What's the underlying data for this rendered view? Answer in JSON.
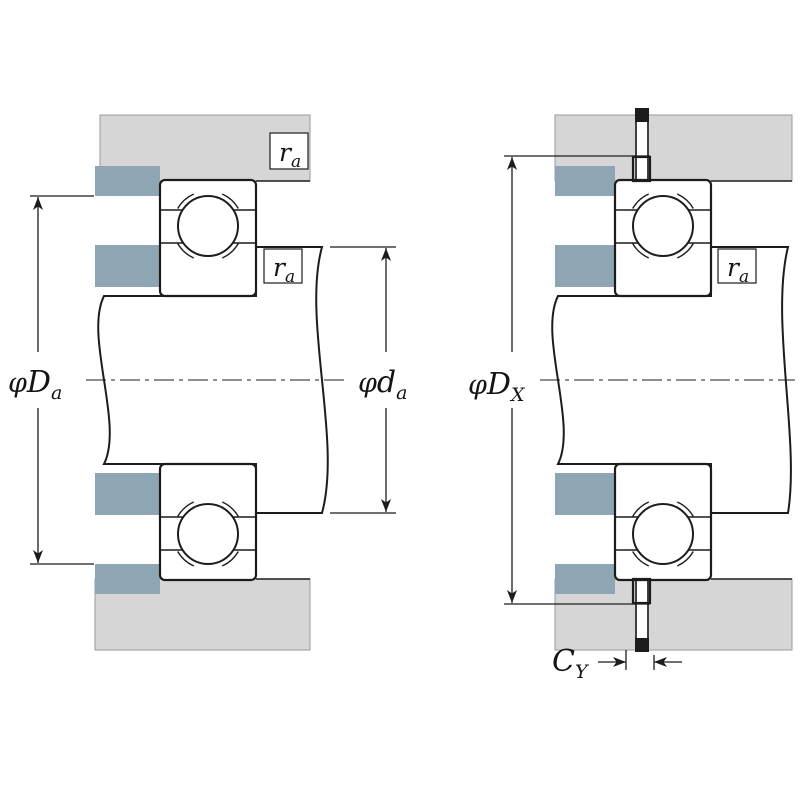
{
  "diagram": {
    "kind": "bearing mounting dimensions cross-section",
    "colors": {
      "housing": "#d6d6d6",
      "seat": "#8ea6b4",
      "line": "#1c1c1c",
      "white": "#ffffff"
    },
    "left_view": {
      "housing_fillet_label": {
        "letter": "r",
        "sub": "a"
      },
      "shaft_fillet_label": {
        "letter": "r",
        "sub": "a"
      },
      "housing_shoulder_dim": {
        "phi": "φ",
        "letter": "D",
        "sub": "a"
      },
      "shaft_shoulder_dim": {
        "phi": "φ",
        "letter": "d",
        "sub": "a"
      }
    },
    "right_view": {
      "shaft_fillet_label": {
        "letter": "r",
        "sub": "a"
      },
      "snap_ring_dim": {
        "phi": "φ",
        "letter": "D",
        "sub": "X"
      },
      "groove_width_dim": {
        "letter": "C",
        "sub": "Y"
      }
    }
  }
}
